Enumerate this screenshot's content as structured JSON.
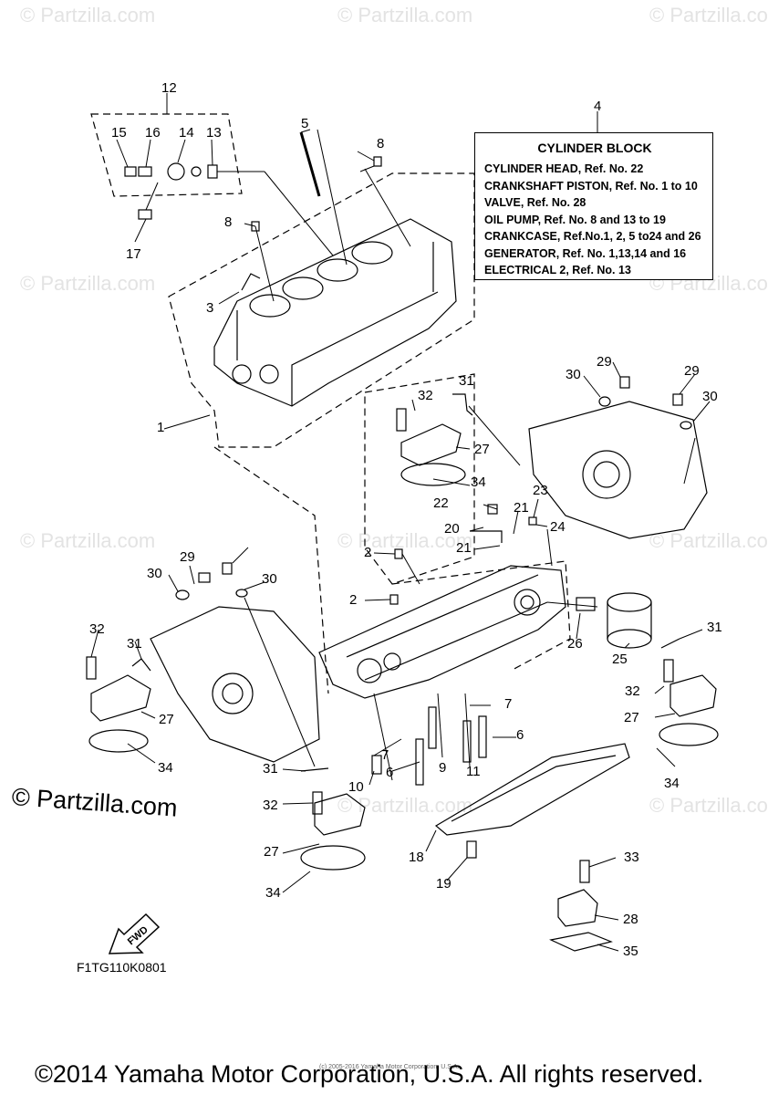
{
  "watermark": "© Partzilla.com",
  "legend": {
    "title": "CYLINDER BLOCK",
    "lines": [
      "CYLINDER HEAD, Ref. No. 22",
      "CRANKSHAFT PISTON, Ref. No. 1 to 10",
      "VALVE, Ref. No. 28",
      "OIL PUMP, Ref. No. 8 and 13 to 19",
      "CRANKCASE, Ref.No.1, 2, 5 to24 and 26",
      "GENERATOR, Ref. No. 1,13,14 and 16",
      "ELECTRICAL 2, Ref. No. 13"
    ]
  },
  "callouts": [
    "1",
    "2",
    "2",
    "3",
    "4",
    "5",
    "6",
    "6",
    "7",
    "7",
    "8",
    "8",
    "9",
    "10",
    "11",
    "12",
    "13",
    "14",
    "15",
    "16",
    "17",
    "18",
    "19",
    "20",
    "21",
    "21",
    "22",
    "23",
    "24",
    "25",
    "26",
    "27",
    "27",
    "27",
    "27",
    "28",
    "29",
    "29",
    "29",
    "30",
    "30",
    "30",
    "30",
    "31",
    "31",
    "31",
    "31",
    "32",
    "32",
    "32",
    "32",
    "33",
    "34",
    "34",
    "34",
    "34",
    "35"
  ],
  "fwd_label": "FWD",
  "drawing_code": "F1TG110K0801",
  "brand": "© Partzilla.com",
  "fine_print": "(c) 2005-2016 Yamaha Motor Corporation, U.S.A.",
  "copyright": "©2014 Yamaha Motor Corporation, U.S.A. All rights reserved."
}
